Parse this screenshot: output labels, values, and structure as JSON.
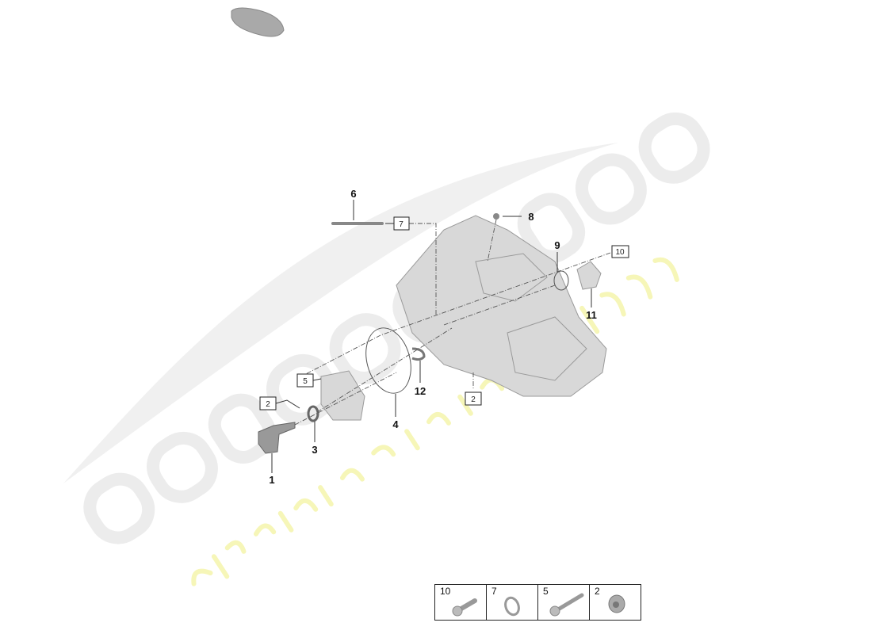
{
  "watermark": {
    "brand": "eurospares",
    "slogan": "a passion for parts since 1985"
  },
  "callouts": [
    {
      "id": "1",
      "boxed": false
    },
    {
      "id": "2",
      "boxed": true
    },
    {
      "id": "2",
      "boxed": true
    },
    {
      "id": "3",
      "boxed": false
    },
    {
      "id": "4",
      "boxed": false
    },
    {
      "id": "5",
      "boxed": true
    },
    {
      "id": "6",
      "boxed": false
    },
    {
      "id": "7",
      "boxed": true
    },
    {
      "id": "8",
      "boxed": false
    },
    {
      "id": "9",
      "boxed": false
    },
    {
      "id": "10",
      "boxed": true
    },
    {
      "id": "11",
      "boxed": false
    },
    {
      "id": "12",
      "boxed": false
    }
  ],
  "legend": [
    {
      "id": "10",
      "icon": "torx-bolt-short-icon"
    },
    {
      "id": "7",
      "icon": "sealing-ring-icon"
    },
    {
      "id": "5",
      "icon": "torx-bolt-long-icon"
    },
    {
      "id": "2",
      "icon": "plug-screw-icon"
    }
  ]
}
